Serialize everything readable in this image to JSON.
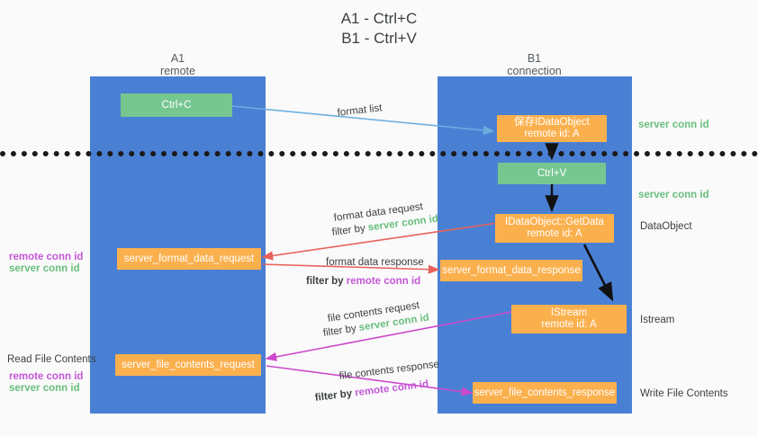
{
  "title": {
    "line1": "A1 - Ctrl+C",
    "line2": "B1 - Ctrl+V"
  },
  "lanes": [
    {
      "name": "A1",
      "sub": "remote"
    },
    {
      "name": "B1",
      "sub": "connection"
    }
  ],
  "boxes": {
    "ctrl_c": "Ctrl+C",
    "ctrl_v": "Ctrl+V",
    "save_dataobject_l1": "保存IDataObject",
    "save_dataobject_l2": "remote id: A",
    "getdata_l1": "IDataObject::GetData",
    "getdata_l2": "remote id: A",
    "istream_l1": "IStream",
    "istream_l2": "remote id: A",
    "server_format_data_request": "server_format_data_request",
    "server_format_data_response": "server_format_data_response",
    "server_file_contents_request": "server_file_contents_request",
    "server_file_contents_response": "server_file_contents_response"
  },
  "edge_labels": {
    "format_list": "format list",
    "format_data_request": "format data request",
    "format_data_response": "format data response",
    "file_contents_request": "file contents request",
    "file_contents_response": "file contents response",
    "filter_by": "filter by ",
    "server_conn_id": "server conn id",
    "remote_conn_id": "remote conn id"
  },
  "right_labels": {
    "server_conn_id_top": "server conn id",
    "server_conn_id_mid": "server conn id",
    "dataobject": "DataObject",
    "istream": "Istream",
    "write_file_contents": "Write File Contents"
  },
  "left_labels": {
    "remote_conn_id_1": "remote conn id",
    "server_conn_id_1": "server conn id",
    "read_file_contents": "Read File Contents",
    "remote_conn_id_2": "remote conn id",
    "server_conn_id_2": "server conn id"
  },
  "colors": {
    "lane": "#4a80d4",
    "green_box": "#76c68f",
    "orange_box": "#fbb04e",
    "green_text": "#6abf7e",
    "purple_text": "#c457d8",
    "blue_arrow": "#6aaee0",
    "red_arrow": "#e8615a",
    "magenta_arrow": "#cc49cc",
    "black_arrow": "#111111",
    "background": "#fafafa"
  }
}
